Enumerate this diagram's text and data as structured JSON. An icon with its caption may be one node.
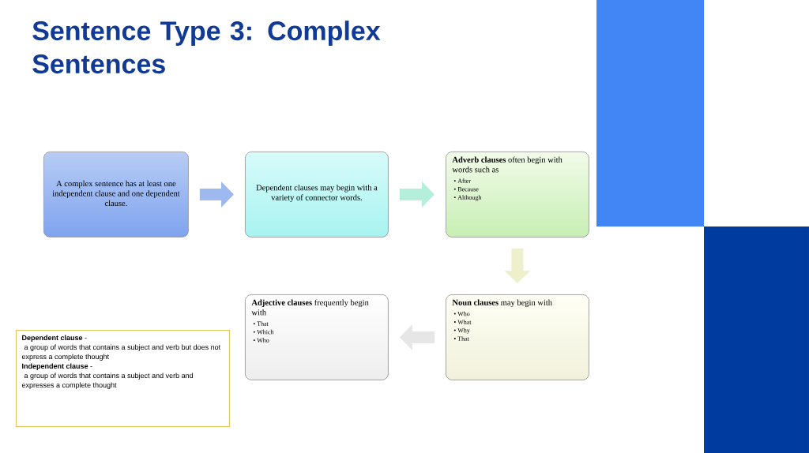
{
  "diagram": {
    "title": "Sentence Type 3: Complex Sentences",
    "nodes": [
      {
        "text": [
          "A complex sentence has at least one independent clause and one dependent clause."
        ]
      },
      {
        "text": [
          "Dependent clauses may begin with a variety of connector words."
        ]
      },
      {
        "text": [
          "**Adverb clauses** often begin with words such as",
          "• After",
          "• Because",
          "• Although"
        ]
      },
      {
        "text": [
          "**Noun clauses** may begin with",
          "• Who",
          "• What",
          "• Why",
          "• That"
        ]
      },
      {
        "text": [
          "**Adjective clauses** frequently begin with",
          "• That",
          "• Which",
          "• Who"
        ]
      },
      {
        "text": [
          "**Dependent clause** -",
          "a group of words that contains a subject and verb but does not express a complete thought",
          "**Independent clause** -",
          "a group of words that contains a subject and verb and expresses a complete thought"
        ]
      }
    ],
    "edges": [
      {
        "from": 0,
        "to": 1,
        "arrow": "to",
        "color": "#9db9ef"
      },
      {
        "from": 1,
        "to": 2,
        "arrow": "to",
        "color": "#b4efdc"
      },
      {
        "from": 2,
        "to": 3,
        "arrow": "to",
        "color": "#eef0cc"
      },
      {
        "from": 3,
        "to": 4,
        "arrow": "to",
        "color": "#e6e6e6"
      }
    ]
  }
}
